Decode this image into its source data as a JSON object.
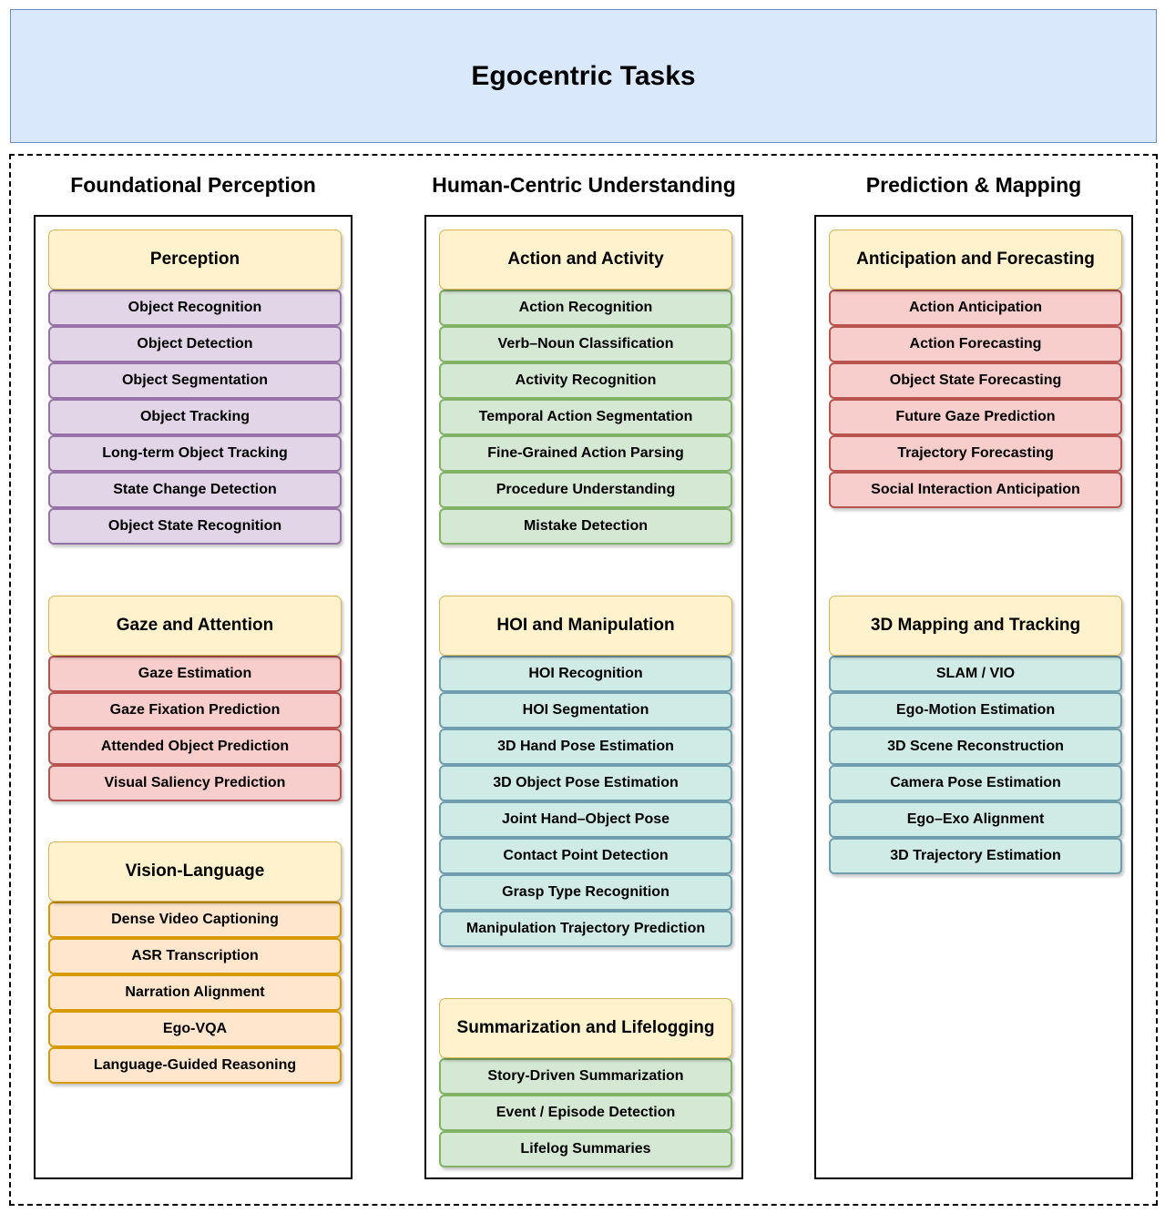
{
  "title": "Egocentric Tasks",
  "columns": [
    {
      "heading": "Foundational Perception",
      "groups": [
        {
          "title": "Perception",
          "color": "#e1d5e7",
          "tasks": [
            "Object Recognition",
            "Object Detection",
            "Object Segmentation",
            "Object Tracking",
            "Long-term Object Tracking",
            "State Change Detection",
            "Object State Recognition"
          ]
        },
        {
          "title": "Gaze and Attention",
          "color": "#f8cecc",
          "tasks": [
            "Gaze Estimation",
            "Gaze Fixation Prediction",
            "Attended Object Prediction",
            "Visual Saliency Prediction"
          ]
        },
        {
          "title": "Vision-Language",
          "color": "#ffe6cc",
          "tasks": [
            "Dense Video Captioning",
            "ASR Transcription",
            "Narration Alignment",
            "Ego-VQA",
            "Language-Guided Reasoning"
          ]
        }
      ]
    },
    {
      "heading": "Human-Centric Understanding",
      "groups": [
        {
          "title": "Action and Activity",
          "color": "#d5e8d4",
          "tasks": [
            "Action Recognition",
            "Verb–Noun Classification",
            "Activity Recognition",
            "Temporal Action Segmentation",
            "Fine-Grained Action Parsing",
            "Procedure Understanding",
            "Mistake Detection"
          ]
        },
        {
          "title": "HOI and Manipulation",
          "color": "#d0ebe6",
          "tasks": [
            "HOI Recognition",
            "HOI Segmentation",
            "3D Hand Pose Estimation",
            "3D Object Pose Estimation",
            "Joint Hand–Object Pose",
            "Contact Point Detection",
            "Grasp Type Recognition",
            "Manipulation Trajectory Prediction"
          ]
        },
        {
          "title": "Summarization and Lifelogging",
          "color": "#d5e8d4",
          "tasks": [
            "Story-Driven Summarization",
            "Event / Episode Detection",
            "Lifelog Summaries"
          ]
        }
      ]
    },
    {
      "heading": "Prediction & Mapping",
      "groups": [
        {
          "title": "Anticipation and Forecasting",
          "color": "#f8cecc",
          "tasks": [
            "Action Anticipation",
            "Action Forecasting",
            "Object State Forecasting",
            "Future Gaze Prediction",
            "Trajectory Forecasting",
            "Social Interaction Anticipation"
          ]
        },
        {
          "title": "3D Mapping and Tracking",
          "color": "#d0ebe6",
          "tasks": [
            "SLAM / VIO",
            "Ego-Motion Estimation",
            "3D Scene Reconstruction",
            "Camera Pose Estimation",
            "Ego–Exo Alignment",
            "3D Trajectory Estimation"
          ]
        }
      ]
    }
  ]
}
